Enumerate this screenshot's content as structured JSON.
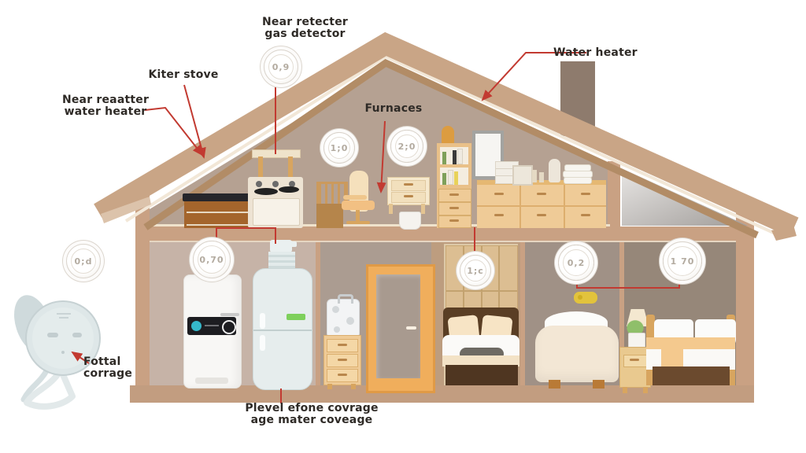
{
  "labels": {
    "near_gas_detector": [
      "Near retecter",
      "gas detector"
    ],
    "kitchen_stove": "Kiter stove",
    "near_water_heater": [
      "Near reaatter",
      "water heater"
    ],
    "furnaces": "Furnaces",
    "water_heater": "Water heater",
    "total_coverage": [
      "Fottal",
      "corrage"
    ],
    "level_coverage": [
      "Plevel efone covrage",
      "age mater coveage"
    ]
  },
  "detectors": [
    {
      "id": "peak",
      "display": "0,9"
    },
    {
      "id": "attic-left",
      "display": "1;0"
    },
    {
      "id": "attic-right",
      "display": "2;0"
    },
    {
      "id": "outside-left",
      "display": "0;d"
    },
    {
      "id": "utility",
      "display": "0,70"
    },
    {
      "id": "bedroom-1",
      "display": "1;c"
    },
    {
      "id": "playroom",
      "display": "0,2"
    },
    {
      "id": "bedroom-2",
      "display": "1 70"
    }
  ],
  "colors": {
    "pointer_red": "#C23A31",
    "roof_tan": "#C9A586",
    "wall_taupe": "#B5A192",
    "label_text": "#2E2A26",
    "detector_glyph": "#B3ABA0",
    "fridge_label_green": "#7ED05C",
    "boiler_teal": "#35B8CA",
    "toy_yellow": "#E2C33C"
  }
}
